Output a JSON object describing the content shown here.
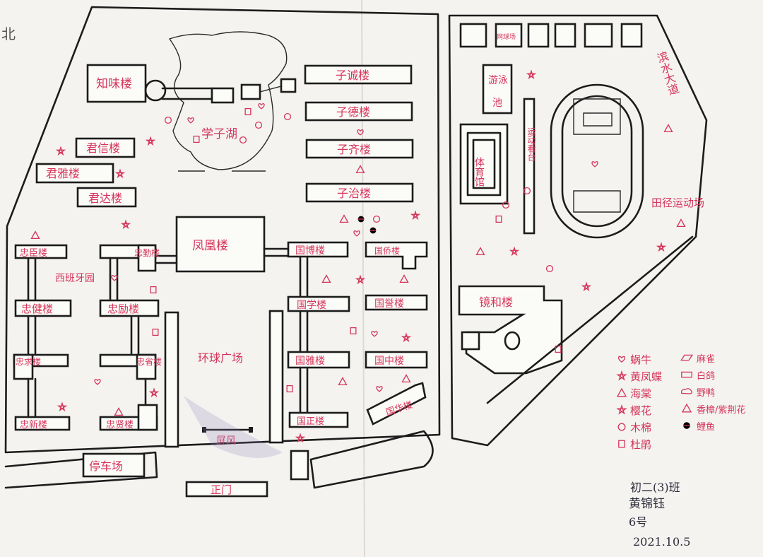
{
  "compass": "北",
  "buildings": {
    "zhiwei": "知味楼",
    "junxin": "君信楼",
    "junya": "君雅楼",
    "junda": "君达楼",
    "ziyong": "子诚楼",
    "zide": "子德楼",
    "ziqi": "子齐楼",
    "zizhi": "子治楼",
    "fenghuang": "凤凰楼",
    "zhongchen": "忠臣楼",
    "zhongqin": "忠勤楼",
    "zhongjian": "忠健楼",
    "zhongli": "忠励楼",
    "zhongqiu": "忠求楼",
    "zhongsheng": "忠省楼",
    "zhongxin": "忠新楼",
    "zhongxian": "忠贤楼",
    "guobo": "国博楼",
    "guoqiao": "国侨楼",
    "guoxue": "国学楼",
    "guoyu": "国誉楼",
    "guoya": "国雅楼",
    "guozhong": "国中楼",
    "guozheng": "国正楼",
    "guohua": "国华楼",
    "jinghe": "镜和楼",
    "tiyuguan": "体育馆",
    "youyongchi": "游泳池",
    "wangqiuchang": "网球场",
    "gate": "正门",
    "screen": "屏风",
    "parking": "停车场"
  },
  "areas": {
    "lake": "学子湖",
    "garden": "西班牙园",
    "plaza": "环球广场",
    "field": "田径运动场",
    "road": "滨水大道",
    "track_side": "运动看台"
  },
  "legend": [
    {
      "icon": "heart",
      "label": "蜗牛"
    },
    {
      "icon": "star-stroke",
      "label": "黄凤蝶"
    },
    {
      "icon": "triangle",
      "label": "海棠"
    },
    {
      "icon": "star",
      "label": "樱花"
    },
    {
      "icon": "circle",
      "label": "木棉"
    },
    {
      "icon": "square",
      "label": "杜鹃"
    },
    {
      "icon": "parallelogram",
      "label": "麻雀"
    },
    {
      "icon": "rect",
      "label": "白鸽"
    },
    {
      "icon": "cloud",
      "label": "野鸭"
    },
    {
      "icon": "filled-triangle",
      "label": "香樟/紫荆花"
    },
    {
      "icon": "theta",
      "label": "鲤鱼"
    }
  ],
  "signature": {
    "class": "初二(3)班",
    "name": "黄锦钰",
    "number": "6号",
    "date": "2021.10.5"
  }
}
